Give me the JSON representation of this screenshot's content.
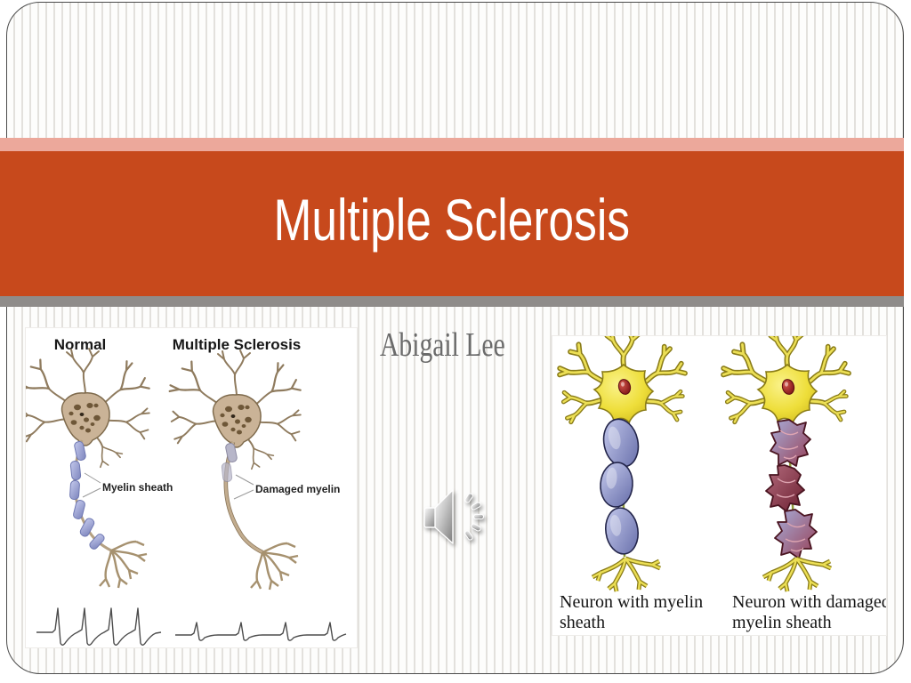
{
  "slide": {
    "title": "Multiple Sclerosis",
    "author": "Abigail Lee"
  },
  "left_figure": {
    "heading_normal": "Normal",
    "heading_ms": "Multiple Sclerosis",
    "label_myelin_sheath": "Myelin sheath",
    "label_damaged_myelin": "Damaged myelin"
  },
  "right_figure": {
    "caption_healthy_line1": "Neuron with myelin",
    "caption_healthy_line2": "sheath",
    "caption_damaged_line1": "Neuron with damaged",
    "caption_damaged_line2": "myelin sheath"
  },
  "audio": {
    "icon": "speaker-with-sound-waves"
  },
  "colors": {
    "banner_orange": "#C7491C",
    "band_pink": "#ECA89B",
    "band_gray": "#8F8C8A",
    "stripe_line": "#E3E1DD",
    "frame_border": "#4B4B4B",
    "title_text": "#FFFFFF",
    "author_text": "#6B6B6B",
    "healthy_myelin": "#8890C4",
    "damaged_myelin": "#8C3A50",
    "neuron_yellow": "#EEDE3A",
    "neuron_tan": "#CAB397"
  }
}
